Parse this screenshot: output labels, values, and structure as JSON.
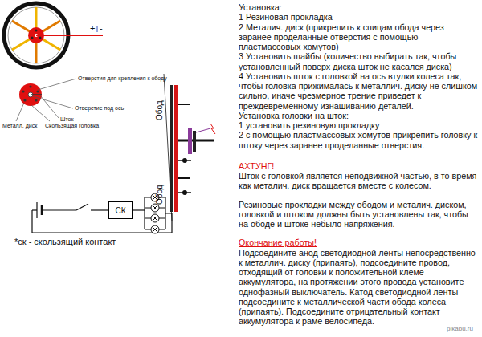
{
  "diagram": {
    "nodes": [
      {
        "text": [
          "СК"
        ]
      }
    ],
    "labels": [
      "+",
      "-",
      "Отверстия для крепления к ободу",
      "Отверстие под ось",
      "Шток",
      "Металл. диск",
      "Скользящая головка",
      "Обод",
      "Обод",
      "*ск - скользящий контакт",
      "Установка:",
      "1 Резиновая прокладка",
      "2 Металич. диск (прикрепить к спицам обода через заранее проделанные отверстия с помощью пластмассовых хомутов)",
      "3 Установить шайбы (количество выбирать так, чтобы установленный поверх диска шток не касался диска)",
      "4 Установить шток с головкой на ось втулки колеса так, чтобы головка прижималась к металлич. диску не слишком сильно, иначе чрезмерное трение приведет к преждевременному изнашиванию деталей.",
      "Установка головки на шток:",
      "1 установить резиновую прокладку",
      "2 с помощью пластмассовых хомутов прикрепить головку к штоку через заранее проделанные отверстия.",
      "АХТУНГ!",
      "Шток с головкой является неподвижной частью, в то время как металич. диск вращается вместе с колесом.",
      "Резиновые прокладки между ободом и металич. диском, головкой и штоком должны быть установлены так, чтобы на ободе и штоке небыло напряжения.",
      "Окончание работы!",
      "Подсоедините анод светодиодной ленты непосредственно к металлич. диску (припаять), подсоедините провод, отходящий от головки к положительной клеме аккумулятора, на протяжении этого провода установите однофазный выключатель. Катод светодиодной ленты подсоедините к металлической части обода колеса (припаять). Подсоедините отрицательный контакт аккумулятора к раме велосипеда.",
      "pikabu.ru"
    ]
  }
}
